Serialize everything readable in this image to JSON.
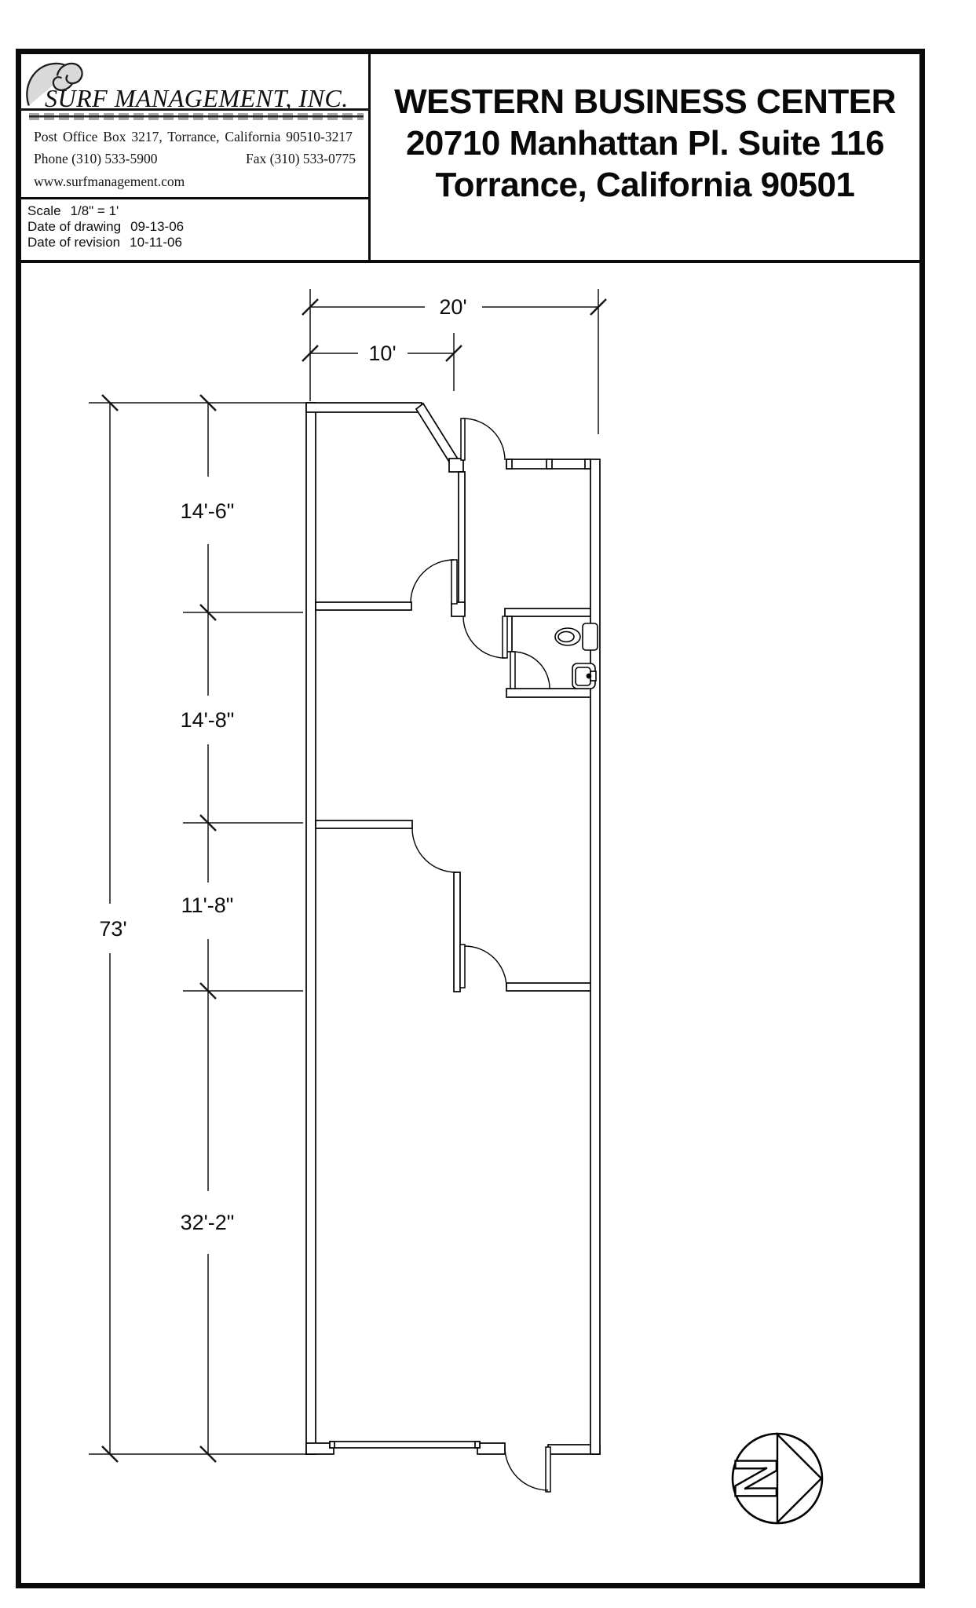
{
  "header": {
    "company": {
      "name": "SURF MANAGEMENT, INC.",
      "address": "Post Office Box 3217, Torrance, California 90510-3217",
      "phone": "Phone (310) 533-5900",
      "fax": "Fax (310) 533-0775",
      "website": "www.surfmanagement.com"
    },
    "drawing_info": {
      "scale_label": "Scale",
      "scale_value": "1/8\" = 1'",
      "drawing_date_label": "Date of drawing",
      "drawing_date_value": "09-13-06",
      "revision_date_label": "Date of revision",
      "revision_date_value": "10-11-06"
    },
    "title_block": {
      "line1": "WESTERN BUSINESS CENTER",
      "line2": "20710 Manhattan Pl. Suite 116",
      "line3": "Torrance, California 90501"
    }
  },
  "floor_plan": {
    "dimensions": {
      "overall_width": "20'",
      "front_width": "10'",
      "room1_depth": "14'-6\"",
      "room2_depth": "14'-8\"",
      "room3_depth": "11'-8\"",
      "warehouse_depth": "32'-2\"",
      "overall_depth": "73'"
    },
    "north_arrow_letter": "N"
  },
  "colors": {
    "line": "#000000",
    "logo_wave_fill": "#d9d9d9",
    "background": "#ffffff"
  }
}
